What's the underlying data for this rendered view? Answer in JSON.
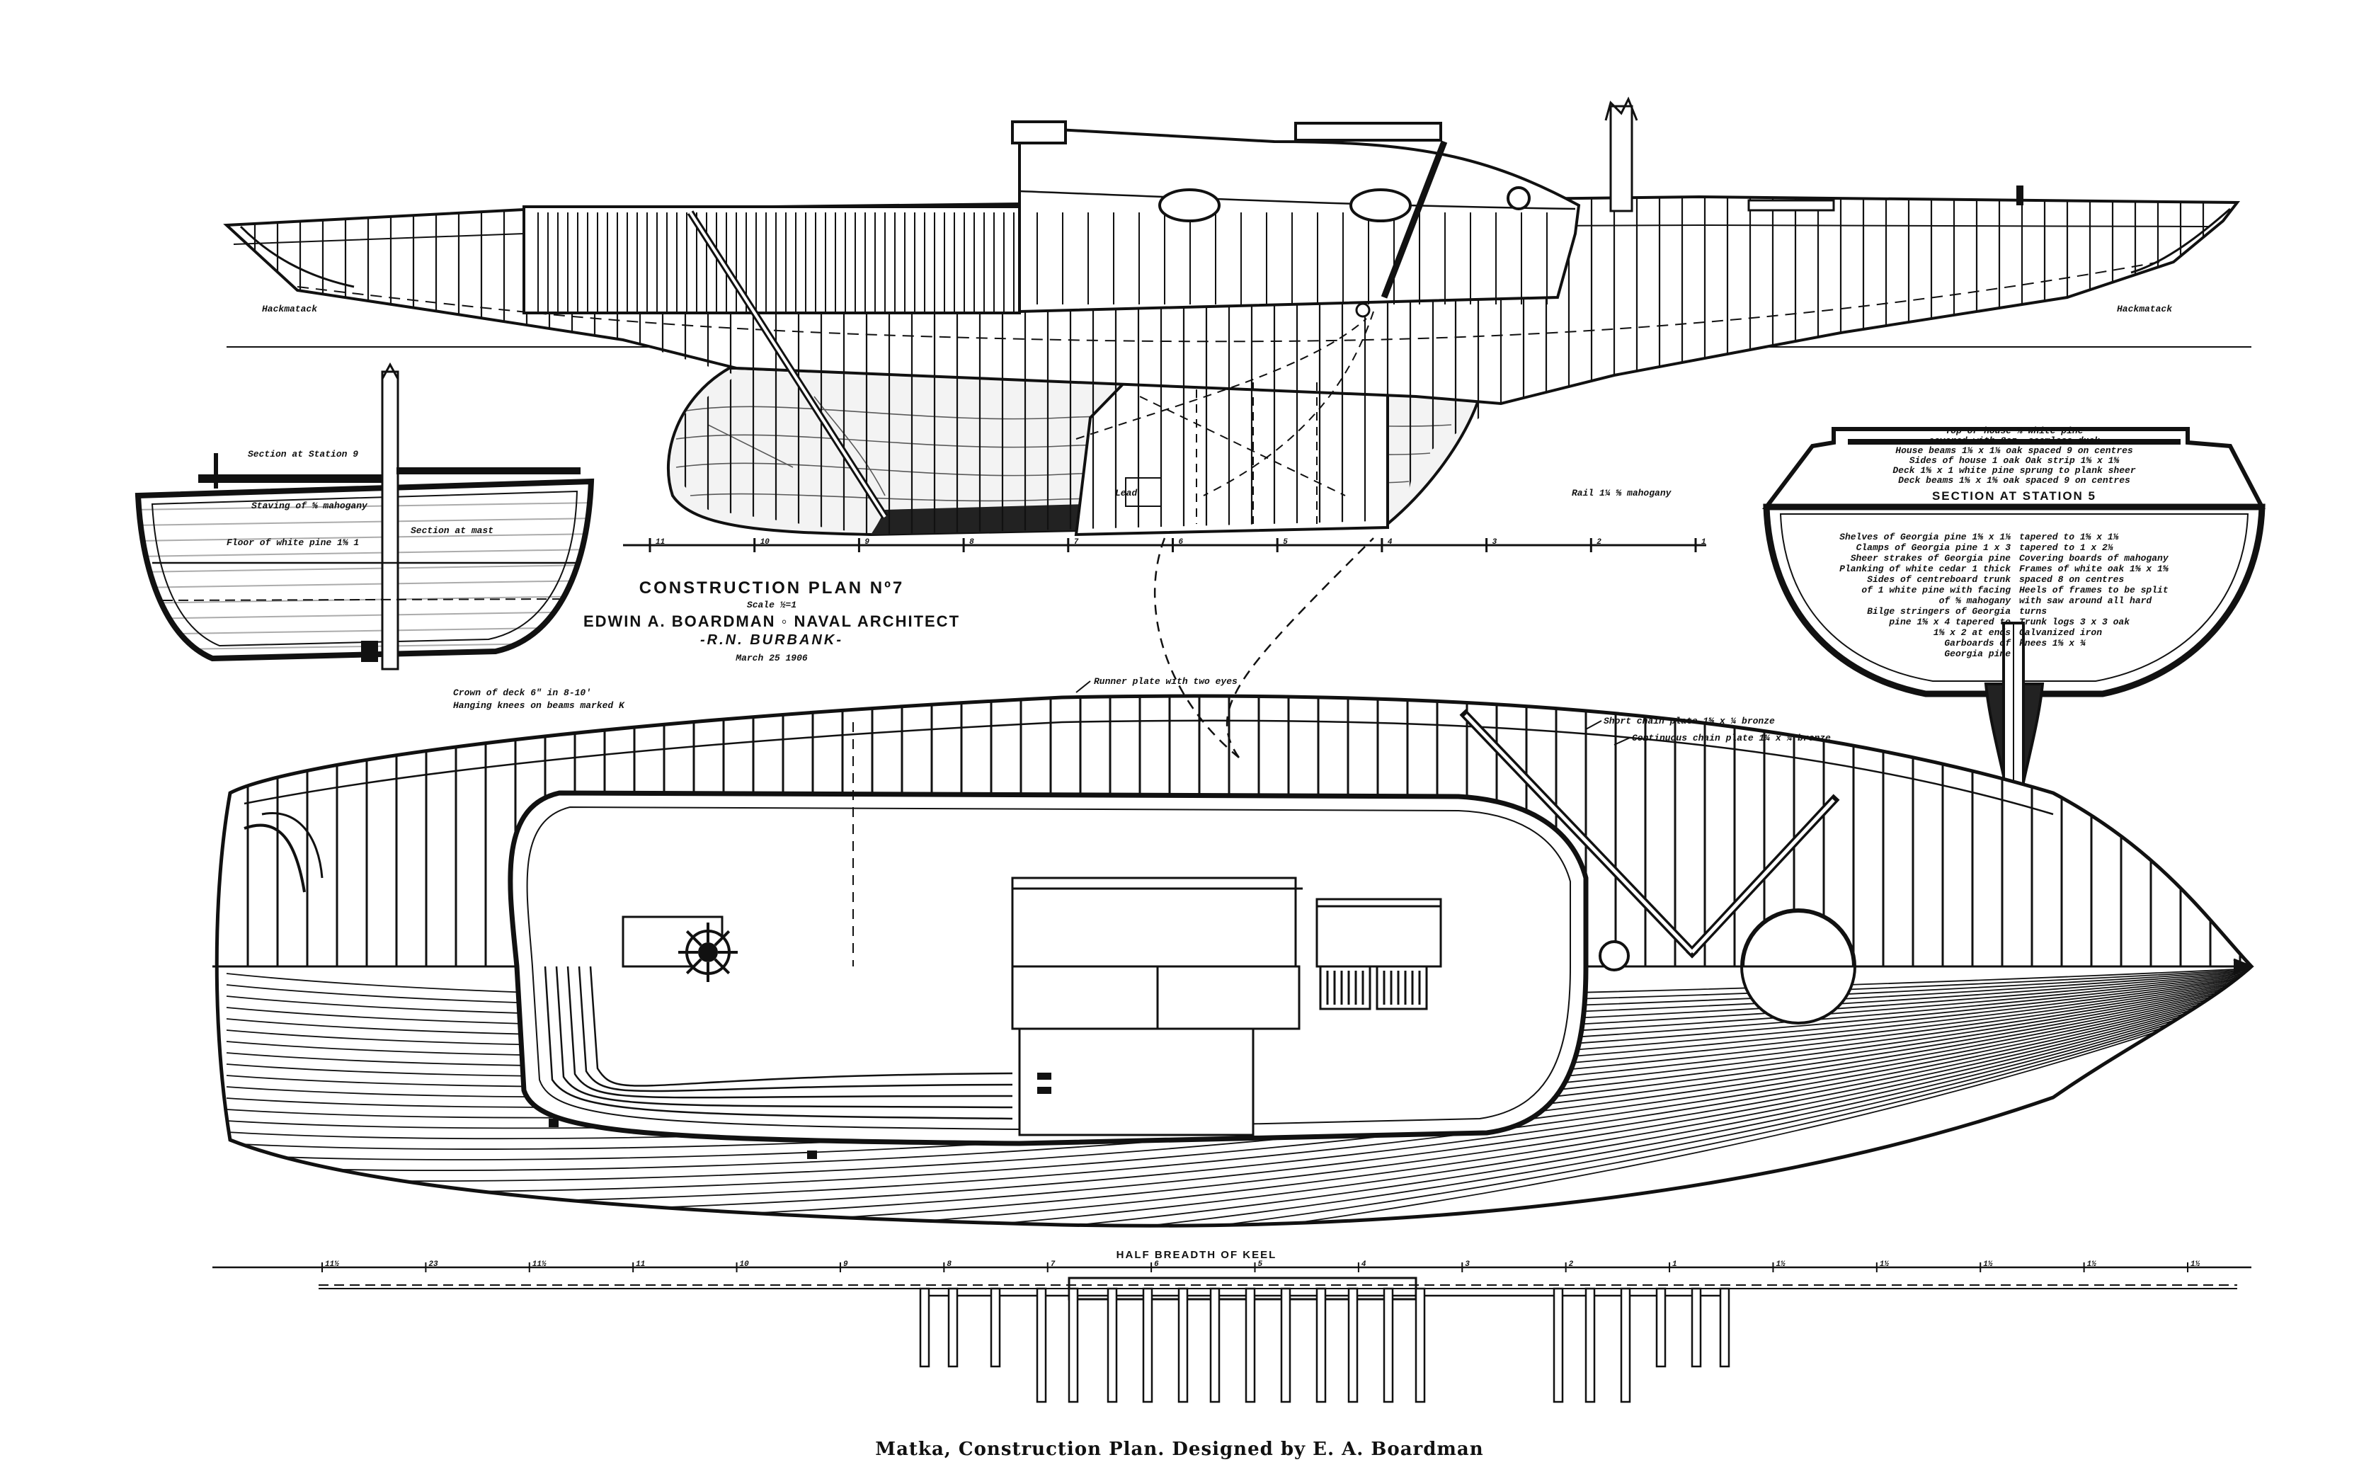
{
  "title_block": {
    "line1": "CONSTRUCTION PLAN Nº7",
    "line2": "Scale ½=1",
    "line3": "EDWIN A. BOARDMAN ◦ NAVAL ARCHITECT",
    "line4": "-R.N. BURBANK-",
    "line5": "March 25 1906"
  },
  "caption": "Matka, Construction Plan.  Designed by E. A. Boardman",
  "labels": {
    "hackmatack_left": "Hackmatack",
    "hackmatack_right": "Hackmatack",
    "rail": "Rail 1¼ ⅝ mahogany",
    "lead": "Lead",
    "section_station9": "Section at Station 9",
    "staving": "Staving of ⅝ mahogany",
    "floor": "Floor of white pine 1⅝ 1",
    "section_mast": "Section at mast",
    "crown1": "Crown of deck 6\" in 8-10'",
    "crown2": "Hanging knees on beams marked K",
    "runner": "Runner plate with two eyes",
    "short_chain": "Short chain plate 1⅝ x ¼ bronze",
    "cont_chain": "Continuous chain plate 1¼ x ¼ bronze",
    "half_breadth": "HALF BREADTH OF KEEL"
  },
  "section5": {
    "notes": [
      "Top or house ⅝ white pine",
      "covered with 8oz. seamless duck",
      "House beams 1⅛ x 1⅛ oak spaced 9 on centres",
      "Sides of house 1 oak     Oak strip 1⅝ x 1⅝",
      "Deck 1⅝ x 1 white pine sprung to plank sheer",
      "Deck beams 1⅝ x 1⅝ oak spaced 9 on centres"
    ],
    "heading": "SECTION AT STATION 5",
    "left": [
      "Shelves of Georgia pine 1⅝ x 1⅛",
      "Clamps of Georgia pine 1 x 3",
      "Sheer strakes of Georgia pine",
      "Planking of white cedar 1 thick",
      "Sides of centreboard trunk",
      "of 1 white pine with facing",
      "of ⅝ mahogany",
      "Bilge stringers of Georgia",
      "pine 1⅝ x 4 tapered to",
      "1⅝ x 2 at ends",
      "Garboards of",
      "Georgia pine"
    ],
    "right": [
      "tapered to 1⅝ x 1⅛",
      "tapered to 1 x 2⅛",
      "Covering boards of mahogany",
      "Frames of white oak 1⅝ x 1⅝",
      "spaced 8 on centres",
      "Heels of frames to be split",
      "with saw around all hard",
      "turns",
      "Trunk logs 3 x 3 oak",
      "Galvanized iron",
      "knees 1⅝ x ¾"
    ]
  },
  "profile_scale": [
    "11",
    "10",
    "9",
    "8",
    "7",
    "6",
    "5",
    "4",
    "3",
    "2",
    "1"
  ],
  "keel_scale": [
    "11½",
    "23",
    "11½",
    "11",
    "10",
    "9",
    "8",
    "7",
    "6",
    "5",
    "4",
    "3",
    "2",
    "1",
    "1½",
    "1½",
    "1½",
    "1½",
    "1½"
  ]
}
